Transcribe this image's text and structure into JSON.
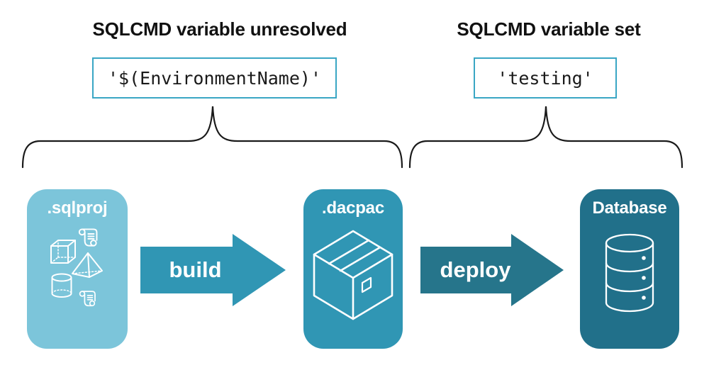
{
  "annotations": {
    "left": {
      "heading": "SQLCMD variable unresolved",
      "value": "'$(EnvironmentName)'"
    },
    "right": {
      "heading": "SQLCMD variable set",
      "value": "'testing'"
    }
  },
  "pipeline": {
    "stages": [
      {
        "id": "sqlproj",
        "label": ".sqlproj",
        "color": "#7cc5da",
        "icons": [
          "scroll-icon",
          "cube-icon",
          "pyramid-icon",
          "cylinder-icon",
          "scroll-icon"
        ]
      },
      {
        "id": "dacpac",
        "label": ".dacpac",
        "color": "#3096b4",
        "icons": [
          "package-box-icon"
        ]
      },
      {
        "id": "database",
        "label": "Database",
        "color": "#21708a",
        "icons": [
          "database-cylinder-icon"
        ]
      }
    ],
    "arrows": [
      {
        "label": "build",
        "color": "#3096b4"
      },
      {
        "label": "deploy",
        "color": "#26758b"
      }
    ]
  },
  "colors": {
    "background": "#ffffff",
    "code_box_border": "#3aa6c4",
    "brace_stroke": "#1a1a1a",
    "heading_text": "#111111",
    "code_text": "#1a1a1a",
    "icon_stroke": "#ffffff"
  }
}
